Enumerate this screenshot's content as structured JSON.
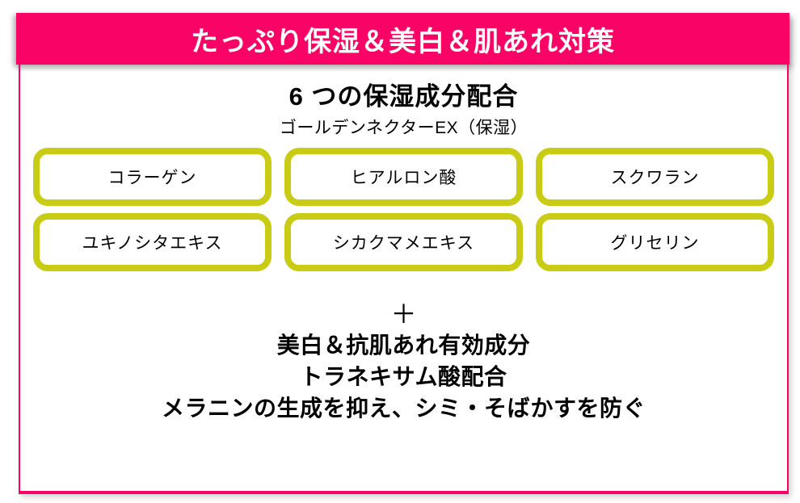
{
  "banner": {
    "title": "たっぷり保湿＆美白＆肌あれ対策"
  },
  "content": {
    "heading": "6 つの保湿成分配合",
    "subheading": "ゴールデンネクターEX（保湿）",
    "ingredients": [
      "コラーゲン",
      "ヒアルロン酸",
      "スクワラン",
      "ユキノシタエキス",
      "シカクマメエキス",
      "グリセリン"
    ],
    "plus": "＋",
    "benefit_lines": [
      "美白＆抗肌あれ有効成分",
      "トラネキサム酸配合",
      "メラニンの生成を抑え、シミ・そばかすを防ぐ"
    ]
  },
  "colors": {
    "accent_pink": "#FA0366",
    "ingredient_border_yellow": "#C9CC14",
    "banner_text": "#FFFFFF",
    "body_text": "#000000"
  }
}
